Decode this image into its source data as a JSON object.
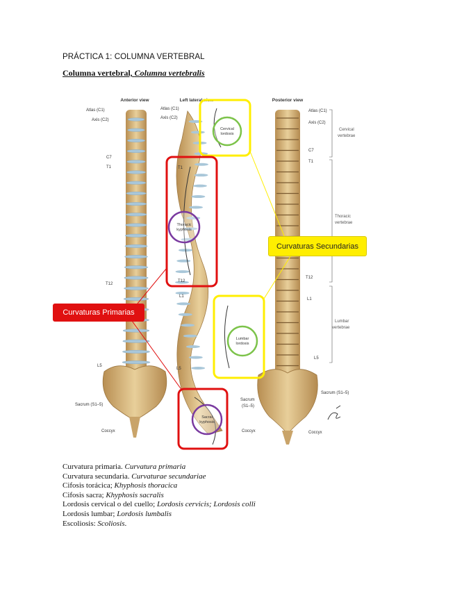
{
  "doc": {
    "title": "PRÁCTICA 1: COLUMNA VERTEBRAL",
    "subtitle_plain": "Columna vertebral,",
    "subtitle_italic": "Columna vertebralis"
  },
  "figure": {
    "view_anterior": "Anterior view",
    "view_lateral": "Left lateral view",
    "view_posterior": "Posterior view",
    "labels": {
      "atlas": "Atlas (C1)",
      "axis": "Axis (C2)",
      "c7": "C7",
      "t1": "T1",
      "t12": "T12",
      "l1": "L1",
      "l5": "L5",
      "sacrum": "Sacrum (S1–5)",
      "sacrum_short": "Sacrum",
      "sacrum_range": "(S1–5)",
      "coccyx": "Coccyx",
      "cervical_vertebrae_1": "Cervical",
      "cervical_vertebrae_2": "vertebrae",
      "thoracic_vertebrae_1": "Thoracic",
      "thoracic_vertebrae_2": "vertebrae",
      "lumbar_vertebrae_1": "Lumbar",
      "lumbar_vertebrae_2": "vertebrae"
    },
    "curves": {
      "cervical_1": "Cervical",
      "cervical_2": "lordosis",
      "thoracic_1": "Thoracic",
      "thoracic_2": "kyphosis",
      "lumbar_1": "Lumbar",
      "lumbar_2": "lordosis",
      "sacral_1": "Sacral",
      "sacral_2": "kyphosis"
    },
    "callout_primary": "Curvaturas Primarias",
    "callout_secondary": "Curvaturas Secundarias",
    "colors": {
      "primary": "#e01010",
      "secondary": "#ffee00",
      "cervical_circle": "#7cc34a",
      "kyphosis_circle": "#7a3aa0",
      "bone": "#d9b77c",
      "disc": "#a9c7d9"
    }
  },
  "terms": [
    {
      "plain": "Curvatura primaria. ",
      "italic": "Curvatura primaria"
    },
    {
      "plain": "Curvatura secundaria. ",
      "italic": "Curvaturae secundariae"
    },
    {
      "plain": "Cifosis torácica; ",
      "italic": "Khyphosis thoracica"
    },
    {
      "plain": "Cifosis sacra; ",
      "italic": "Khyphosis sacralis"
    },
    {
      "plain": "Lordosis cervical o del cuello; ",
      "italic": "Lordosis cervicis; Lordosis colli"
    },
    {
      "plain": "Lordosis lumbar; ",
      "italic": "Lordosis lumbalis"
    },
    {
      "plain": "Escoliosis: ",
      "italic": "Scoliosis",
      "suffix": "."
    }
  ]
}
